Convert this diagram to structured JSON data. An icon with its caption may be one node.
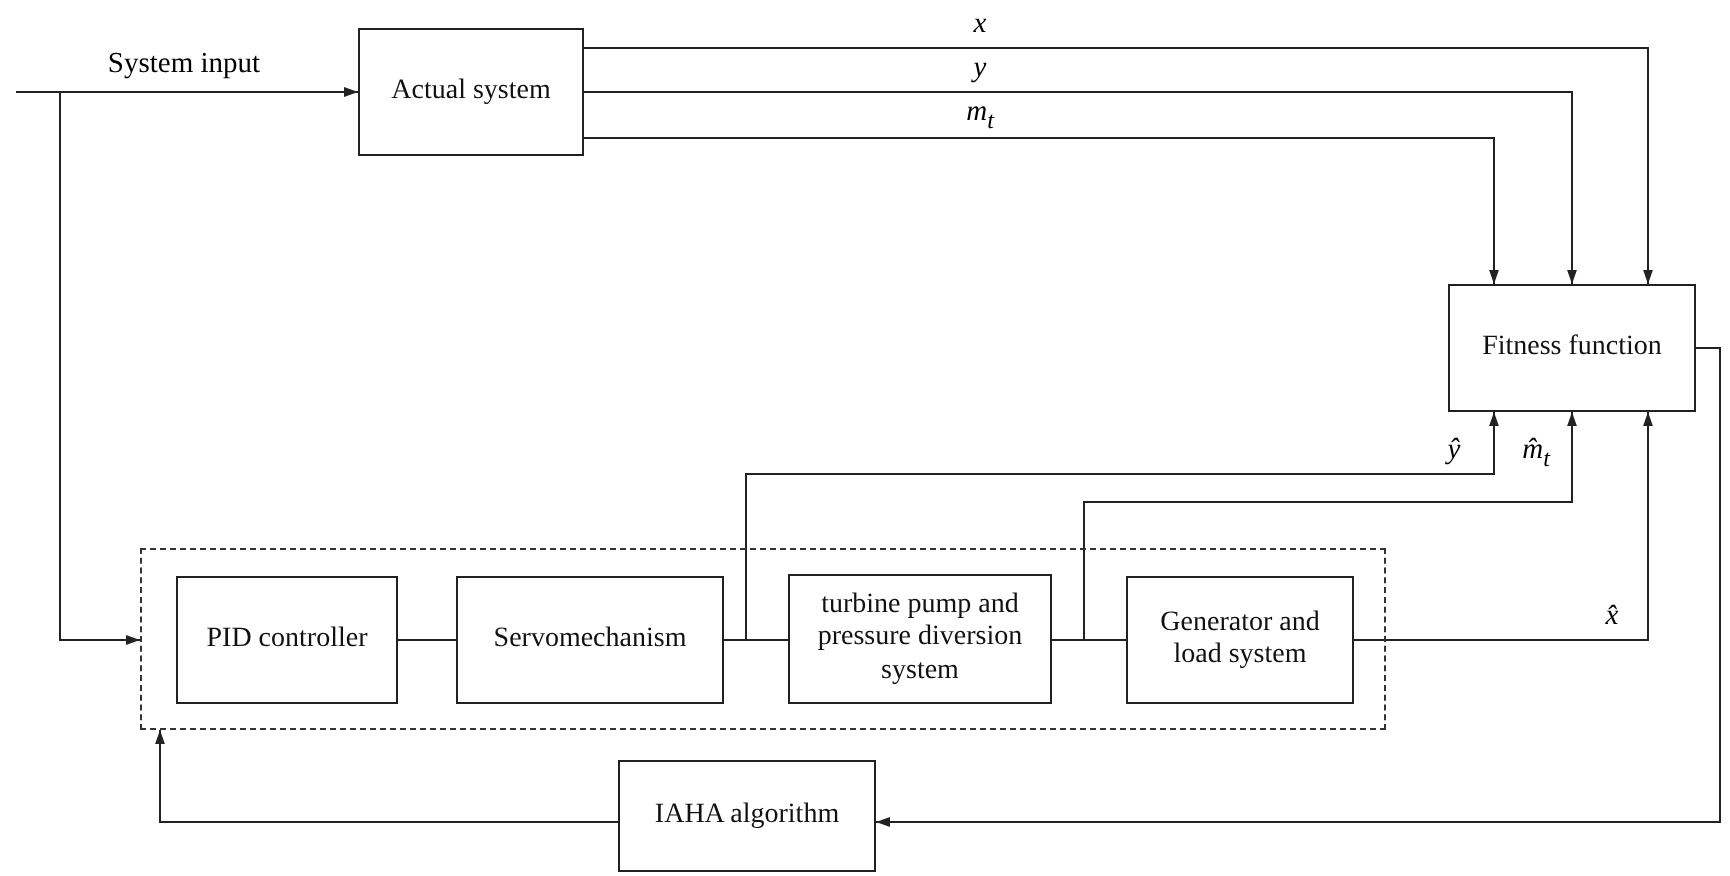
{
  "diagram": {
    "nodes": [
      {
        "text": [
          "Actual system"
        ]
      },
      {
        "text": [
          "Fitness function"
        ]
      },
      {
        "text": [],
        "shape": "box"
      },
      {
        "text": [
          "PID controller"
        ],
        "in": 2
      },
      {
        "text": [
          "Servomechanism"
        ],
        "in": 2
      },
      {
        "text": [
          "turbine pump and pressure diversion system"
        ],
        "in": 2
      },
      {
        "text": [
          "Generator and load system"
        ],
        "in": 2
      },
      {
        "text": [
          "IAHA algorithm"
        ]
      }
    ],
    "edges": [
      {
        "from": null,
        "to": 0,
        "arrow": "to",
        "label": "System input"
      },
      {
        "from": null,
        "to": 2,
        "arrow": "to"
      },
      {
        "from": 0,
        "to": 1,
        "arrow": "to",
        "label": "x"
      },
      {
        "from": 0,
        "to": 1,
        "arrow": "to",
        "label": "y"
      },
      {
        "from": 0,
        "to": 1,
        "arrow": "to",
        "label": "m$_{t}$"
      },
      {
        "from": 3,
        "to": 4,
        "arrow": "none"
      },
      {
        "from": 4,
        "to": 5,
        "arrow": "none"
      },
      {
        "from": 5,
        "to": 6,
        "arrow": "none"
      },
      {
        "from": 4,
        "to": 1,
        "arrow": "to",
        "label": "ŷ"
      },
      {
        "from": 5,
        "to": 1,
        "arrow": "to",
        "label": "m̂$_{t}$"
      },
      {
        "from": 6,
        "to": 1,
        "arrow": "to",
        "label": "x̂"
      },
      {
        "from": 1,
        "to": 7,
        "arrow": "to"
      },
      {
        "from": 7,
        "to": 2,
        "arrow": "to"
      }
    ]
  }
}
